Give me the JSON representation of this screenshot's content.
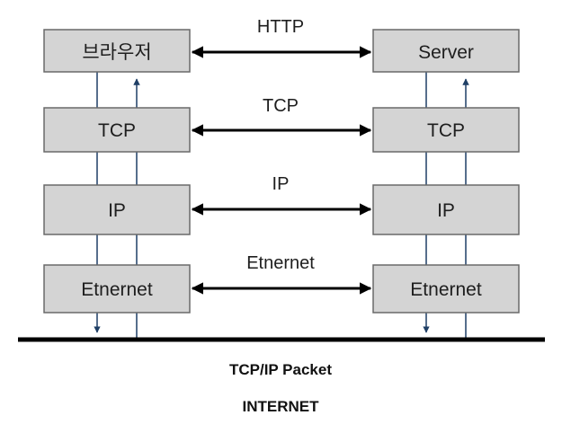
{
  "client_stack": {
    "layers": [
      "브라우저",
      "TCP",
      "IP",
      "Etnernet"
    ]
  },
  "server_stack": {
    "layers": [
      "Server",
      "TCP",
      "IP",
      "Etnernet"
    ]
  },
  "protocols": [
    "HTTP",
    "TCP",
    "IP",
    "Etnernet"
  ],
  "footer": {
    "packet_label": "TCP/IP Packet",
    "network_label": "INTERNET"
  },
  "colors": {
    "box_fill": "#d4d4d4",
    "box_stroke": "#6a6a6a",
    "stack_line": "#1f3f66",
    "link_line": "#000000"
  }
}
